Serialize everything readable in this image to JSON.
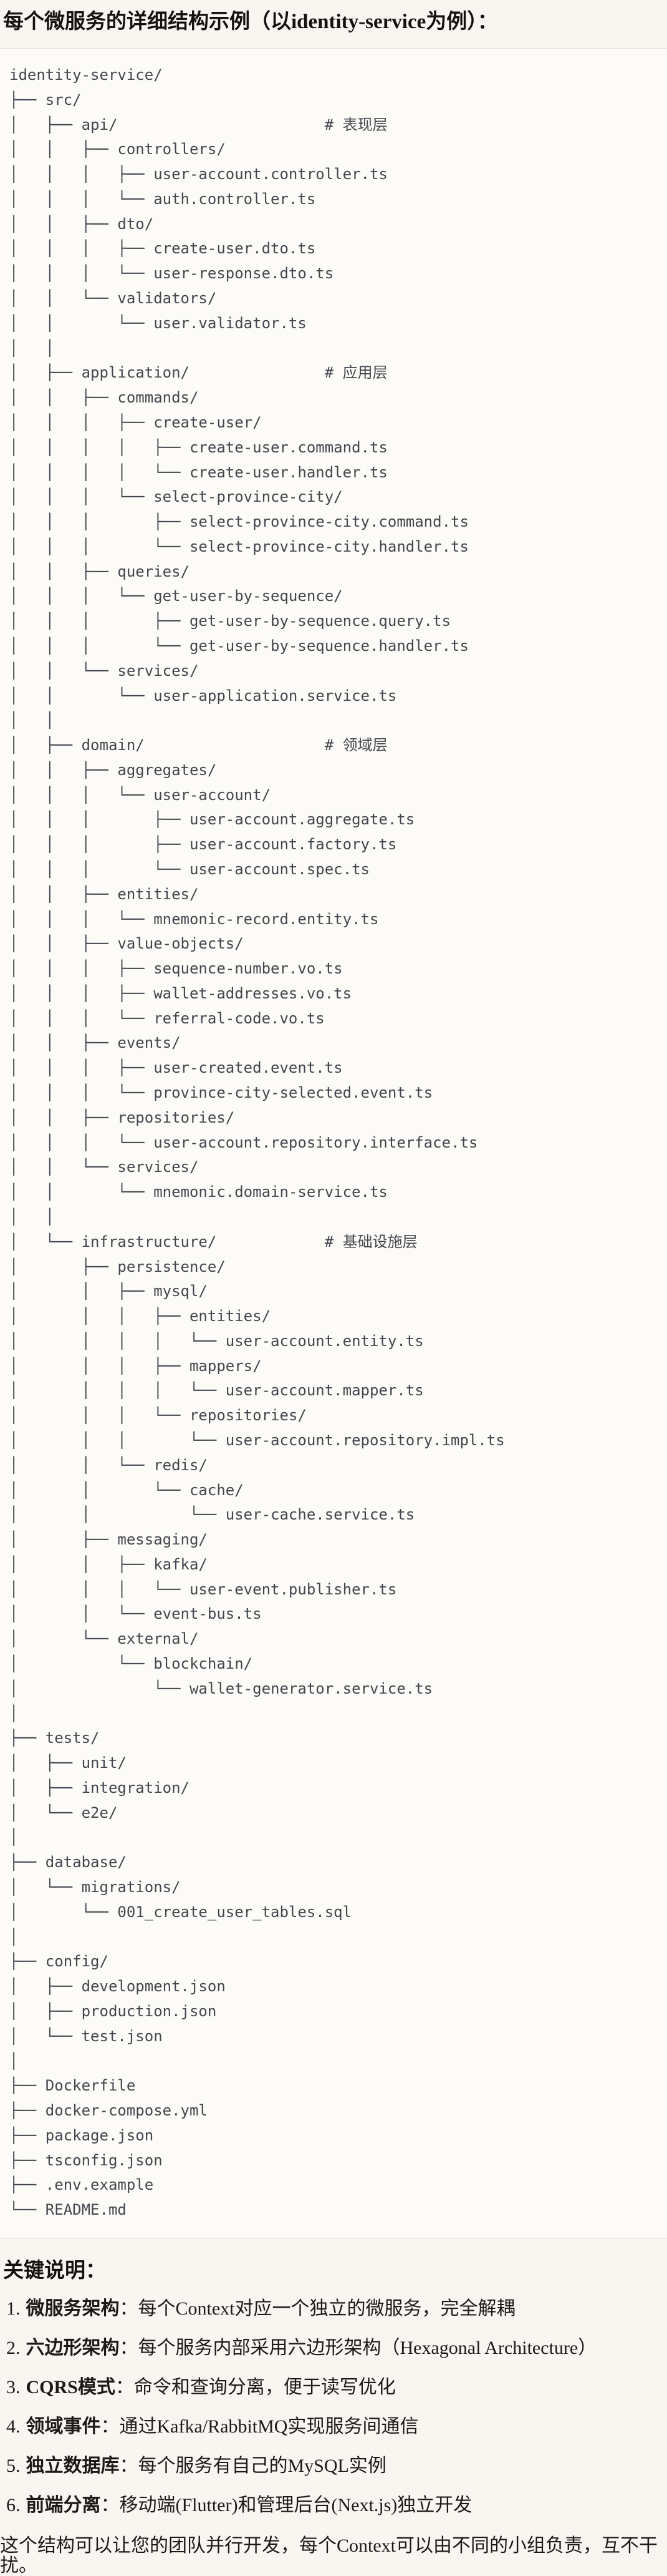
{
  "page": {
    "title": "每个微服务的详细结构示例（以identity-service为例）：",
    "code_block": {
      "tree_text": "identity-service/\n├── src/\n│   ├── api/                       # 表现层\n│   │   ├── controllers/\n│   │   │   ├── user-account.controller.ts\n│   │   │   └── auth.controller.ts\n│   │   ├── dto/\n│   │   │   ├── create-user.dto.ts\n│   │   │   └── user-response.dto.ts\n│   │   └── validators/\n│   │       └── user.validator.ts\n│   │\n│   ├── application/               # 应用层\n│   │   ├── commands/\n│   │   │   ├── create-user/\n│   │   │   │   ├── create-user.command.ts\n│   │   │   │   └── create-user.handler.ts\n│   │   │   └── select-province-city/\n│   │   │       ├── select-province-city.command.ts\n│   │   │       └── select-province-city.handler.ts\n│   │   ├── queries/\n│   │   │   └── get-user-by-sequence/\n│   │   │       ├── get-user-by-sequence.query.ts\n│   │   │       └── get-user-by-sequence.handler.ts\n│   │   └── services/\n│   │       └── user-application.service.ts\n│   │\n│   ├── domain/                    # 领域层\n│   │   ├── aggregates/\n│   │   │   └── user-account/\n│   │   │       ├── user-account.aggregate.ts\n│   │   │       ├── user-account.factory.ts\n│   │   │       └── user-account.spec.ts\n│   │   ├── entities/\n│   │   │   └── mnemonic-record.entity.ts\n│   │   ├── value-objects/\n│   │   │   ├── sequence-number.vo.ts\n│   │   │   ├── wallet-addresses.vo.ts\n│   │   │   └── referral-code.vo.ts\n│   │   ├── events/\n│   │   │   ├── user-created.event.ts\n│   │   │   └── province-city-selected.event.ts\n│   │   ├── repositories/\n│   │   │   └── user-account.repository.interface.ts\n│   │   └── services/\n│   │       └── mnemonic.domain-service.ts\n│   │\n│   └── infrastructure/            # 基础设施层\n│       ├── persistence/\n│       │   ├── mysql/\n│       │   │   ├── entities/\n│       │   │   │   └── user-account.entity.ts\n│       │   │   ├── mappers/\n│       │   │   │   └── user-account.mapper.ts\n│       │   │   └── repositories/\n│       │   │       └── user-account.repository.impl.ts\n│       │   └── redis/\n│       │       └── cache/\n│       │           └── user-cache.service.ts\n│       ├── messaging/\n│       │   ├── kafka/\n│       │   │   └── user-event.publisher.ts\n│       │   └── event-bus.ts\n│       └── external/\n│           └── blockchain/\n│               └── wallet-generator.service.ts\n│\n├── tests/\n│   ├── unit/\n│   ├── integration/\n│   └── e2e/\n│\n├── database/\n│   └── migrations/\n│       └── 001_create_user_tables.sql\n│\n├── config/\n│   ├── development.json\n│   ├── production.json\n│   └── test.json\n│\n├── Dockerfile\n├── docker-compose.yml\n├── package.json\n├── tsconfig.json\n├── .env.example\n└── README.md"
    },
    "notes": {
      "heading": "关键说明：",
      "items": [
        {
          "num": "1.",
          "term": "微服务架构",
          "colon": "：",
          "desc": "每个Context对应一个独立的微服务，完全解耦"
        },
        {
          "num": "2.",
          "term": "六边形架构",
          "colon": "：",
          "desc": "每个服务内部采用六边形架构（Hexagonal Architecture）"
        },
        {
          "num": "3.",
          "term": "CQRS模式",
          "colon": "：",
          "desc": "命令和查询分离，便于读写优化"
        },
        {
          "num": "4.",
          "term": "领域事件",
          "colon": "：",
          "desc": "通过Kafka/RabbitMQ实现服务间通信"
        },
        {
          "num": "5.",
          "term": "独立数据库",
          "colon": "：",
          "desc": "每个服务有自己的MySQL实例"
        },
        {
          "num": "6.",
          "term": "前端分离",
          "colon": "：",
          "desc": "移动端(Flutter)和管理后台(Next.js)独立开发"
        }
      ],
      "footer": "这个结构可以让您的团队并行开发，每个Context可以由不同的小组负责，互不干扰。"
    },
    "colors": {
      "background": "#f8f6f1",
      "code_background": "#fcfbf8",
      "code_border": "#e4e1d9",
      "code_text": "#42474d",
      "text": "#191714"
    }
  }
}
